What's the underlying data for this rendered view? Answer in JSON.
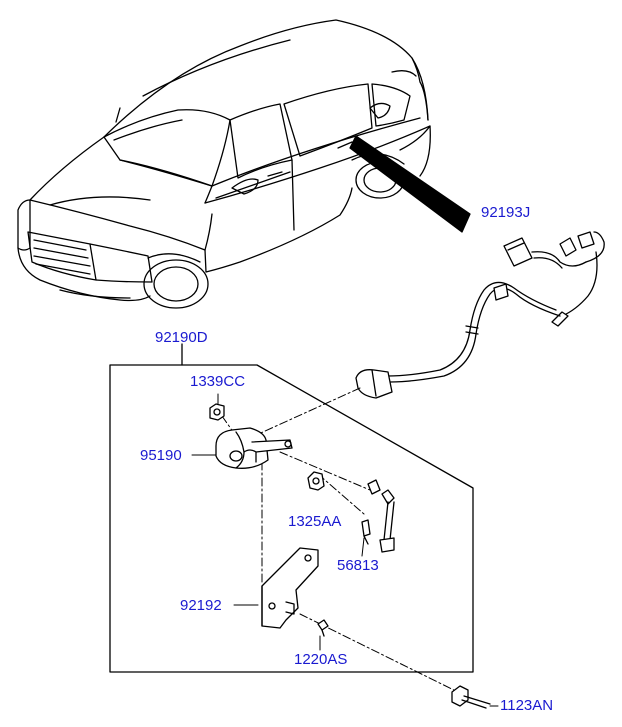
{
  "diagram": {
    "labels": {
      "sensor_wiring": "92193J",
      "assembly": "92190D",
      "nut_upper": "1339CC",
      "leveling_sensor": "95190",
      "nut_lower": "1325AA",
      "link_rod": "56813",
      "bracket": "92192",
      "bolt_small": "1220AS",
      "bolt_large": "1123AN"
    },
    "colors": {
      "label": "#1a1ad0",
      "line": "#000000",
      "background": "#ffffff"
    }
  }
}
